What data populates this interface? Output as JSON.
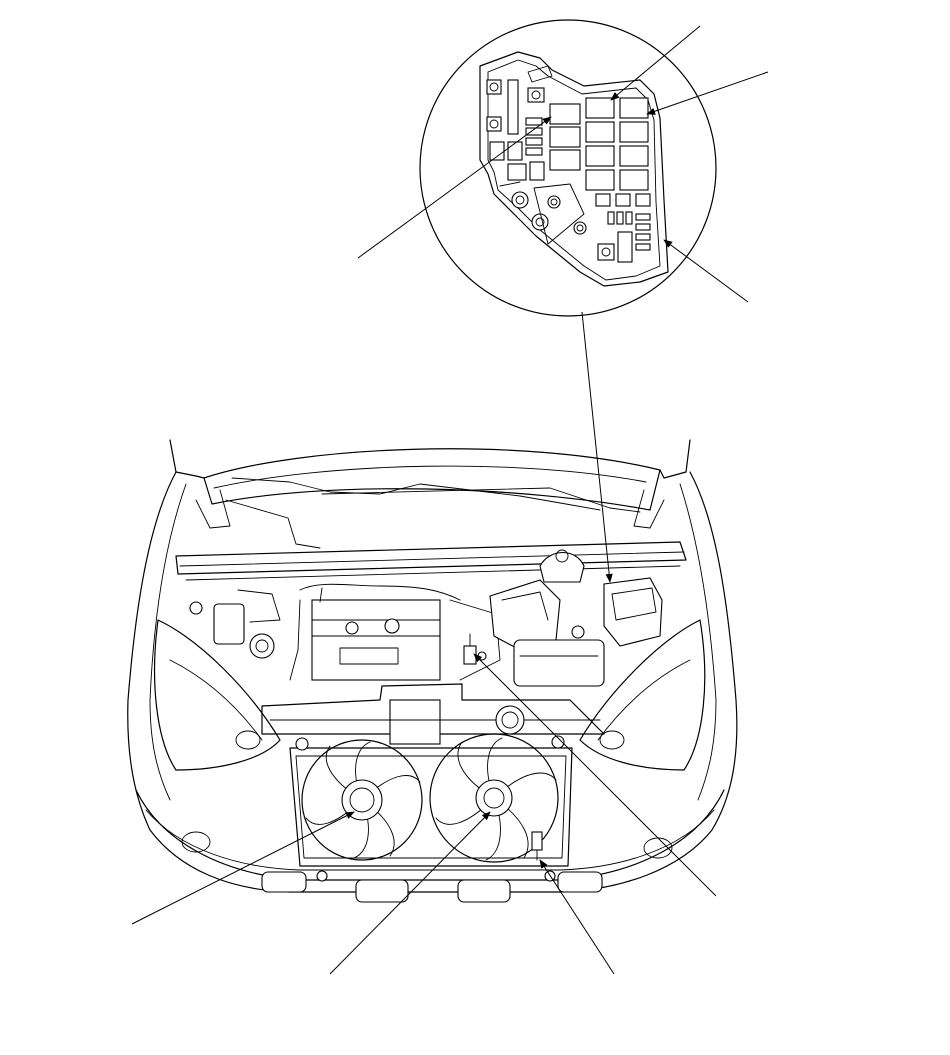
{
  "diagram": {
    "colors": {
      "line": "#000000",
      "background": "#ffffff"
    },
    "callouts": [
      {
        "id": "callout-top-fuse"
      },
      {
        "id": "callout-right-fuse"
      },
      {
        "id": "callout-left-relay"
      },
      {
        "id": "callout-fuse-box-edge"
      },
      {
        "id": "callout-engine-sensor"
      },
      {
        "id": "callout-left-fan-motor"
      },
      {
        "id": "callout-right-fan-motor"
      },
      {
        "id": "callout-radiator-connector"
      }
    ]
  }
}
